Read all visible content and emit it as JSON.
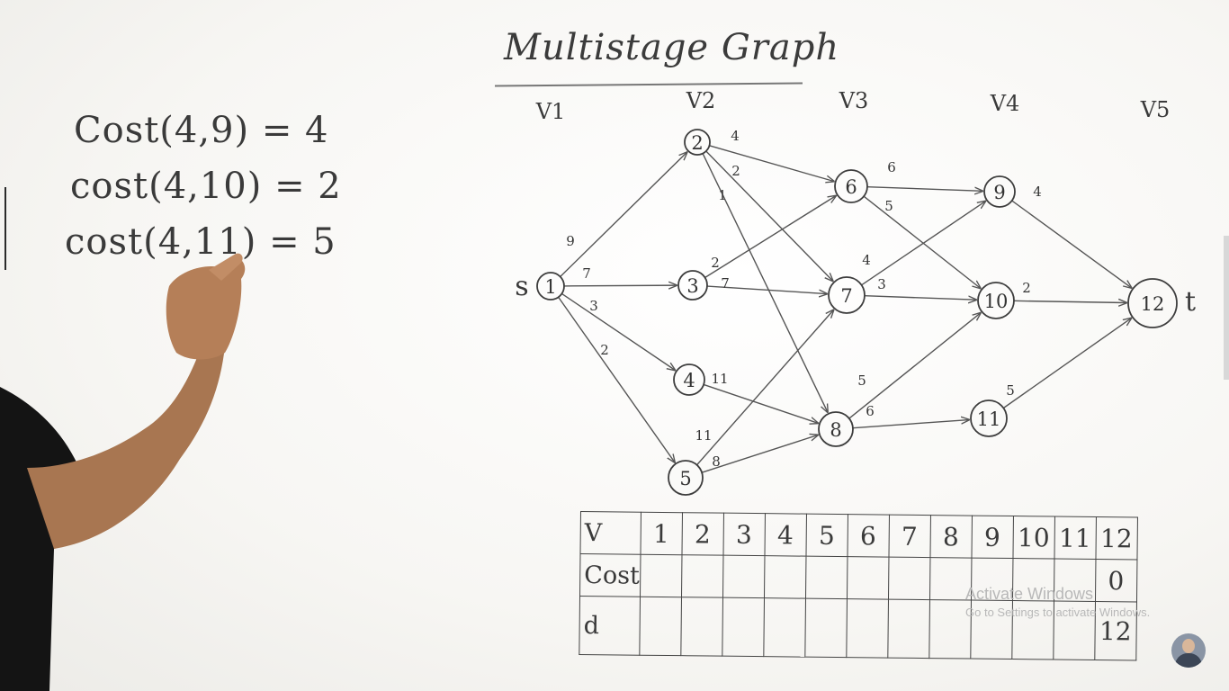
{
  "title": "Multistage Graph",
  "stages": [
    "V1",
    "V2",
    "V3",
    "V4",
    "V5"
  ],
  "source_label": "s",
  "sink_label": "t",
  "cost_lines": [
    "Cost(4,9) = 4",
    "cost(4,10) = 2",
    "cost(4,11) = 5"
  ],
  "nodes": [
    {
      "id": "1"
    },
    {
      "id": "2"
    },
    {
      "id": "3"
    },
    {
      "id": "4"
    },
    {
      "id": "5"
    },
    {
      "id": "6"
    },
    {
      "id": "7"
    },
    {
      "id": "8"
    },
    {
      "id": "9"
    },
    {
      "id": "10"
    },
    {
      "id": "11"
    },
    {
      "id": "12"
    }
  ],
  "edges": [
    {
      "from": "1",
      "to": "2",
      "w": "9"
    },
    {
      "from": "1",
      "to": "3",
      "w": "7"
    },
    {
      "from": "1",
      "to": "4",
      "w": "3"
    },
    {
      "from": "1",
      "to": "5",
      "w": "2"
    },
    {
      "from": "2",
      "to": "6",
      "w": "4"
    },
    {
      "from": "2",
      "to": "7",
      "w": "2"
    },
    {
      "from": "2",
      "to": "8",
      "w": "1"
    },
    {
      "from": "3",
      "to": "6",
      "w": "2"
    },
    {
      "from": "3",
      "to": "7",
      "w": "7"
    },
    {
      "from": "4",
      "to": "8",
      "w": "11"
    },
    {
      "from": "5",
      "to": "7",
      "w": "11"
    },
    {
      "from": "5",
      "to": "8",
      "w": "8"
    },
    {
      "from": "6",
      "to": "9",
      "w": "6"
    },
    {
      "from": "6",
      "to": "10",
      "w": "5"
    },
    {
      "from": "7",
      "to": "9",
      "w": "4"
    },
    {
      "from": "7",
      "to": "10",
      "w": "3"
    },
    {
      "from": "8",
      "to": "10",
      "w": "5"
    },
    {
      "from": "8",
      "to": "11",
      "w": "6"
    },
    {
      "from": "9",
      "to": "12",
      "w": "4"
    },
    {
      "from": "10",
      "to": "12",
      "w": "2"
    },
    {
      "from": "11",
      "to": "12",
      "w": "5"
    }
  ],
  "table": {
    "row_v_label": "V",
    "row_cost_label": "Cost",
    "row_d_label": "d",
    "vertices": [
      "1",
      "2",
      "3",
      "4",
      "5",
      "6",
      "7",
      "8",
      "9",
      "10",
      "11",
      "12"
    ],
    "cost": [
      "",
      "",
      "",
      "",
      "",
      "",
      "",
      "",
      "",
      "",
      "",
      "0"
    ],
    "d": [
      "",
      "",
      "",
      "",
      "",
      "",
      "",
      "",
      "",
      "",
      "",
      "12"
    ]
  },
  "watermark": {
    "title": "Activate Windows",
    "subtitle": "Go to Settings to activate Windows."
  }
}
